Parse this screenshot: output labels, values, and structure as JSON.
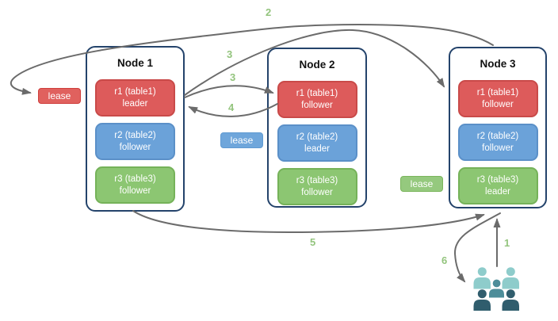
{
  "nodes": [
    {
      "title": "Node 1",
      "replicas": [
        {
          "name": "r1 (table1)",
          "role": "leader"
        },
        {
          "name": "r2 (table2)",
          "role": "follower"
        },
        {
          "name": "r3 (table3)",
          "role": "follower"
        }
      ]
    },
    {
      "title": "Node 2",
      "replicas": [
        {
          "name": "r1 (table1)",
          "role": "follower"
        },
        {
          "name": "r2 (table2)",
          "role": "leader"
        },
        {
          "name": "r3 (table3)",
          "role": "follower"
        }
      ]
    },
    {
      "title": "Node 3",
      "replicas": [
        {
          "name": "r1 (table1)",
          "role": "follower"
        },
        {
          "name": "r2 (table2)",
          "role": "follower"
        },
        {
          "name": "r3 (table3)",
          "role": "leader"
        }
      ]
    }
  ],
  "leases": [
    {
      "label": "lease",
      "color": "#e0615e"
    },
    {
      "label": "lease",
      "color": "#6fa6db"
    },
    {
      "label": "lease",
      "color": "#95c97e"
    }
  ],
  "step_labels": [
    {
      "text": "2"
    },
    {
      "text": "3"
    },
    {
      "text": "3"
    },
    {
      "text": "4"
    },
    {
      "text": "5"
    },
    {
      "text": "1"
    },
    {
      "text": "6"
    }
  ],
  "icons": {
    "users_icon": "client-users-group"
  },
  "colors": {
    "replica_red": "#dd5b5b",
    "replica_blue": "#6ba2d9",
    "replica_green": "#8cc672",
    "node_border": "#24436b",
    "arrow": "#6b6b6b",
    "step_label": "#93c47d",
    "users_light": "#8ecccb",
    "users_mid": "#4d8d99",
    "users_dark": "#305d6d"
  }
}
